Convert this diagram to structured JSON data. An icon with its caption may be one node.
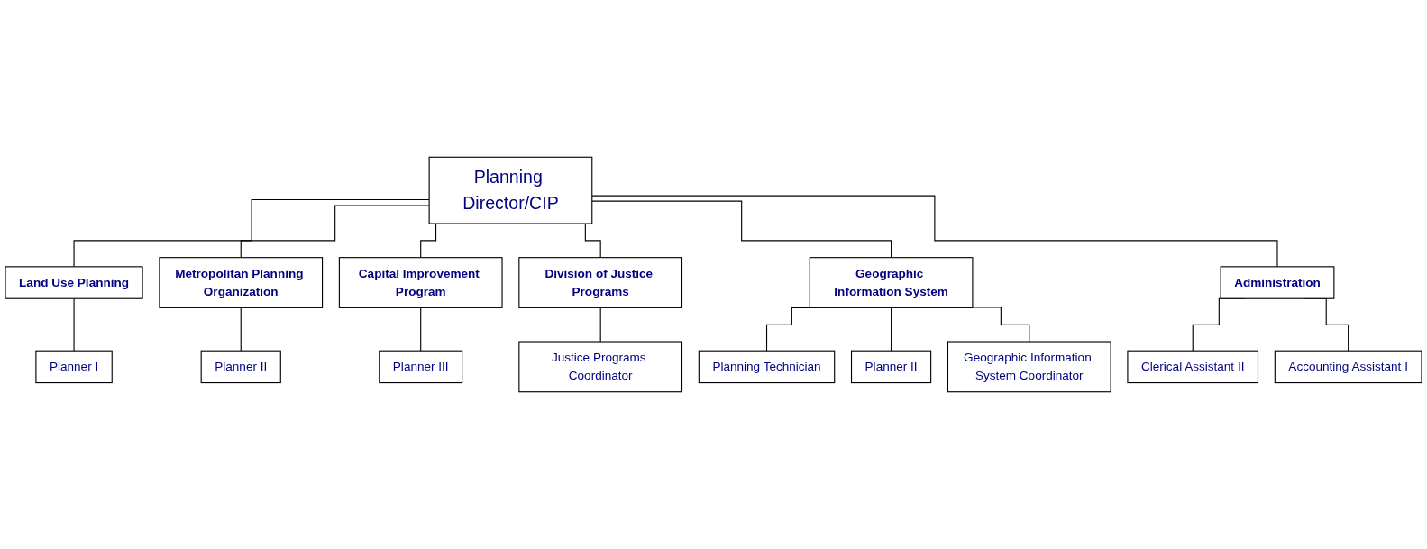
{
  "diagram": {
    "nodes": [
      {
        "text": [
          "Planning Director/CIP"
        ]
      },
      {
        "text": [
          "Land Use Planning"
        ]
      },
      {
        "text": [
          "Metropolitan Planning Organization"
        ]
      },
      {
        "text": [
          "Capital Improvement Program"
        ]
      },
      {
        "text": [
          "Division of Justice Programs"
        ]
      },
      {
        "text": [
          "Geographic Information System"
        ]
      },
      {
        "text": [
          "Administration"
        ]
      },
      {
        "text": [
          "Planner I"
        ]
      },
      {
        "text": [
          "Planner II"
        ]
      },
      {
        "text": [
          "Planner III"
        ]
      },
      {
        "text": [
          "Justice Programs Coordinator"
        ]
      },
      {
        "text": [
          "Planning Technician"
        ]
      },
      {
        "text": [
          "Planner II"
        ]
      },
      {
        "text": [
          "Geographic Information System Coordinator"
        ]
      },
      {
        "text": [
          "Clerical Assistant II"
        ]
      },
      {
        "text": [
          "Accounting Assistant I"
        ]
      }
    ],
    "edges": [
      {
        "from": 0,
        "to": 1,
        "arrow": "none"
      },
      {
        "from": 0,
        "to": 2,
        "arrow": "none"
      },
      {
        "from": 0,
        "to": 3,
        "arrow": "none"
      },
      {
        "from": 0,
        "to": 4,
        "arrow": "none"
      },
      {
        "from": 0,
        "to": 5,
        "arrow": "none"
      },
      {
        "from": 0,
        "to": 6,
        "arrow": "none"
      },
      {
        "from": 1,
        "to": 7,
        "arrow": "none"
      },
      {
        "from": 2,
        "to": 8,
        "arrow": "none"
      },
      {
        "from": 3,
        "to": 9,
        "arrow": "none"
      },
      {
        "from": 4,
        "to": 10,
        "arrow": "none"
      },
      {
        "from": 5,
        "to": 11,
        "arrow": "none"
      },
      {
        "from": 5,
        "to": 12,
        "arrow": "none"
      },
      {
        "from": 5,
        "to": 13,
        "arrow": "none"
      },
      {
        "from": 6,
        "to": 14,
        "arrow": "none"
      },
      {
        "from": 6,
        "to": 15,
        "arrow": "none"
      }
    ]
  }
}
